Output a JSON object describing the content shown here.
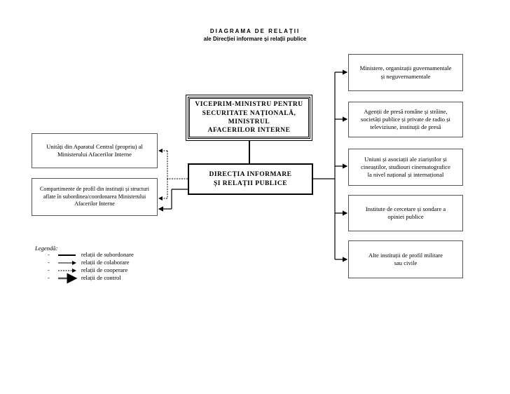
{
  "header": {
    "title": "DIAGRAMA DE RELAȚII",
    "subtitle": "ale Direcției informare și relații publice"
  },
  "center": {
    "top": [
      "VICEPRIM-MINISTRU PENTRU",
      "SECURITATE NAȚIONALĂ,",
      "MINISTRUL",
      "AFACERILOR INTERNE"
    ],
    "directorate": [
      "DIRECȚIA INFORMARE",
      "ȘI RELAȚII PUBLICE"
    ]
  },
  "left": [
    [
      "Unități din Aparatul Central (propriu) al",
      "Ministerului Afacerilor Interne"
    ],
    [
      "Compartimente de profil din instituții și structuri",
      "aflate în subordinea/coordonarea Ministerului",
      "Afacerilor Interne"
    ]
  ],
  "right": [
    [
      "Ministere, organizații guvernamentale",
      "și neguvernamentale"
    ],
    [
      "Agenții de presă române și străine,",
      "societăți publice și private de radio și",
      "televiziune, instituții de presă"
    ],
    [
      "Uniuni și asociații ale ziariștilor și",
      "cineaștilor, studiouri cinematografice",
      "la nivel național și internațional"
    ],
    [
      "Institute de cercetare și sondare a",
      "opiniei publice"
    ],
    [
      "Alte instituții de profil militare",
      "sau civile"
    ]
  ],
  "legend": {
    "title": "Legendă:",
    "items": [
      {
        "bullet": "-",
        "label": "relații de subordonare"
      },
      {
        "bullet": "-",
        "label": "relații de colaborare"
      },
      {
        "bullet": "-",
        "label": "relații de cooperare"
      },
      {
        "bullet": "-",
        "label": "relații de control"
      }
    ]
  }
}
